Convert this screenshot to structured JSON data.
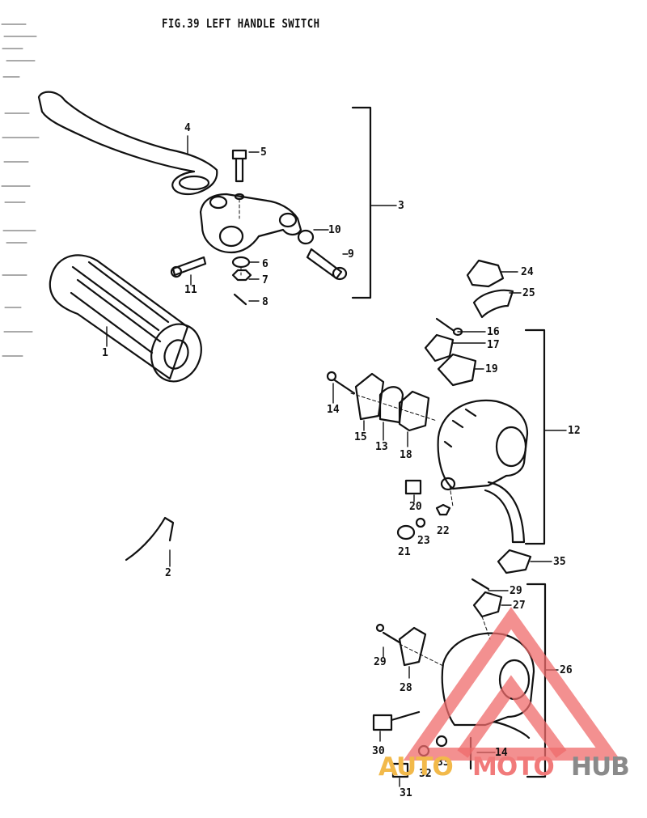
{
  "title": "FIG.39  LEFT HANDLE SWITCH",
  "watermark": {
    "part1": "AUTO",
    "part2": "MOTO",
    "part3": "HUB",
    "colors": {
      "auto": "#f2b94a",
      "moto": "#f17a7a",
      "hub": "#8a8a8a"
    }
  },
  "callouts": {
    "c1": "1",
    "c2": "2",
    "c3": "3",
    "c4": "4",
    "c5": "5",
    "c6": "6",
    "c7": "7",
    "c8": "8",
    "c9": "9",
    "c10": "10",
    "c11": "11",
    "c12": "12",
    "c13": "13",
    "c14a": "14",
    "c14b": "14",
    "c15": "15",
    "c16": "16",
    "c17": "17",
    "c18": "18",
    "c19": "19",
    "c20": "20",
    "c21": "21",
    "c22": "22",
    "c23": "23",
    "c24": "24",
    "c25": "25",
    "c26": "26",
    "c27": "27",
    "c28": "28",
    "c29": "29",
    "c29b": "29",
    "c30": "30",
    "c31": "31",
    "c32": "32",
    "c33": "33",
    "c35": "35"
  }
}
